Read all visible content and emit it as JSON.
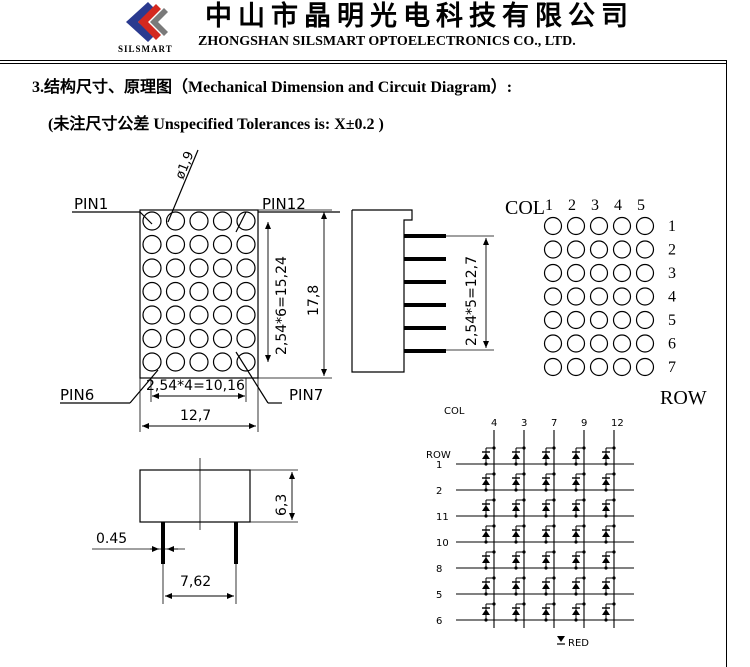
{
  "header": {
    "company_cn": "中山市晶明光电科技有限公司",
    "company_en": "ZHONGSHAN SILSMART OPTOELECTRONICS CO., LTD.",
    "brand": "SILSMART",
    "logo_colors": [
      "#2a3a8f",
      "#d4281f",
      "#7a7a7a"
    ]
  },
  "section": {
    "title": "3.结构尺寸、原理图（Mechanical Dimension and Circuit Diagram）:",
    "tolerance_note": "(未注尺寸公差  Unspecified Tolerances is: X±0.2    )"
  },
  "front_view": {
    "pin1": "PIN1",
    "pin12": "PIN12",
    "pin6": "PIN6",
    "pin7": "PIN7",
    "diameter": "ø1,9",
    "vertical_pitch": "2,54*6=15,24",
    "height": "17,8",
    "horizontal_pitch": "2,54*4=10,16",
    "width": "12,7"
  },
  "side_view": {
    "pin_pitch": "2,54*5=12,7"
  },
  "bottom_view": {
    "height": "6,3",
    "pin_dia": "0.45",
    "row_spacing": "7,62"
  },
  "layout_map": {
    "col_label": "COL",
    "row_label": "ROW",
    "cols": [
      "1",
      "2",
      "3",
      "4",
      "5"
    ],
    "rows": [
      "1",
      "2",
      "3",
      "4",
      "5",
      "6",
      "7"
    ]
  },
  "circuit": {
    "col_label": "COL",
    "row_label": "ROW",
    "col_pins": [
      "4",
      "3",
      "7",
      "9",
      "12"
    ],
    "row_pins": [
      "1",
      "2",
      "11",
      "10",
      "8",
      "5",
      "6"
    ],
    "color_label": "RED"
  }
}
